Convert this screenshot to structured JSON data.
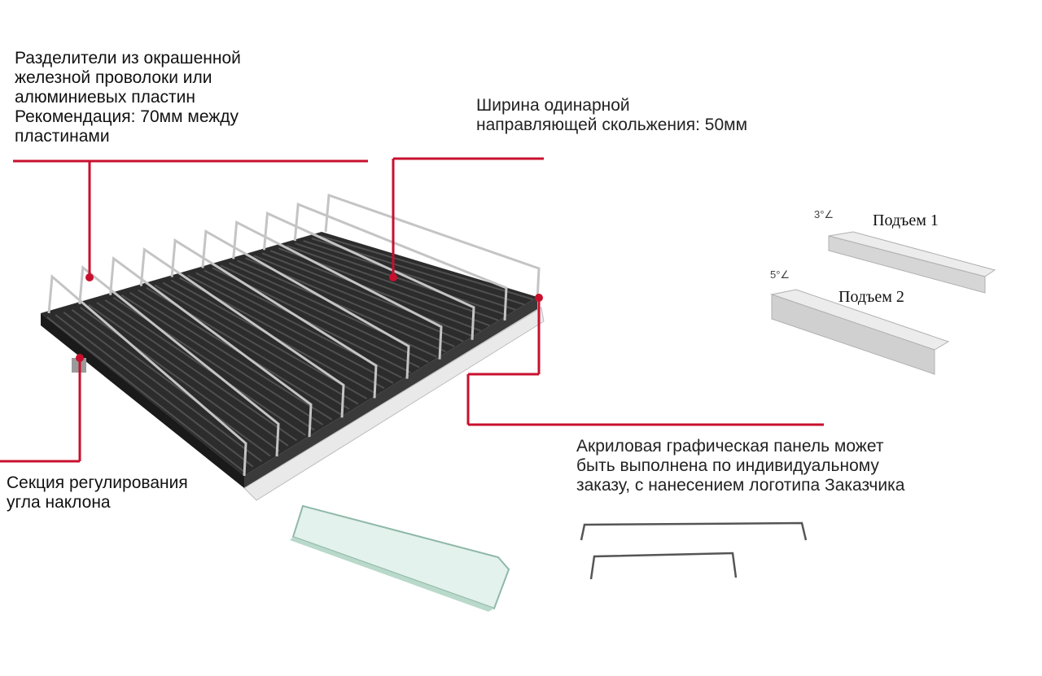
{
  "labels": {
    "dividers": "Разделители из окрашенной\nжелезной проволоки или\nалюминиевых пластин\nРекомендация: 70мм между\nпластинами",
    "guide_width": "Ширина одинарной\nнаправляющей скольжения: 50мм",
    "angle_section": "Секция регулирования\nугла наклона",
    "acrylic_panel": "Акриловая графическая панель может\nбыть выполнена по индивидуальному\nзаказу, с нанесением логотипа Заказчика"
  },
  "lifts": [
    {
      "title": "Подъем 1",
      "angle": "3°∠"
    },
    {
      "title": "Подъем 2",
      "angle": "5°∠"
    }
  ],
  "colors": {
    "callout": "#c8102e",
    "tray": "#2c2c2c",
    "wire": "#b9b9b9",
    "glass": "#cfe6dc"
  }
}
